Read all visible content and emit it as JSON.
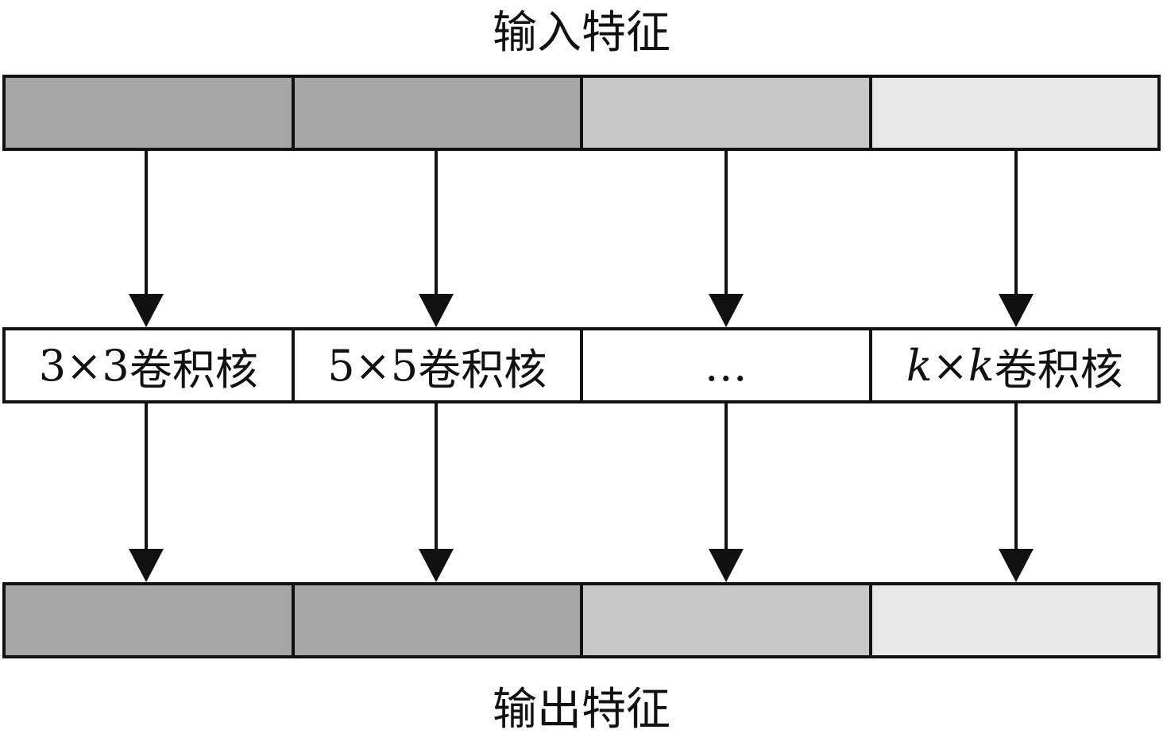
{
  "titles": {
    "input": "输入特征",
    "output": "输出特征"
  },
  "input_segments": [
    {
      "color": "#a6a6a6"
    },
    {
      "color": "#a6a6a6"
    },
    {
      "color": "#c8c8c8"
    },
    {
      "color": "#e8e8e8"
    }
  ],
  "kernels": [
    {
      "size_a": "3",
      "times": "×",
      "size_b": "3",
      "suffix": "卷积核",
      "italic": false
    },
    {
      "size_a": "5",
      "times": "×",
      "size_b": "5",
      "suffix": "卷积核",
      "italic": false
    },
    {
      "ellipsis": "…"
    },
    {
      "size_a": "k",
      "times": "×",
      "size_b": "k",
      "suffix": "卷积核",
      "italic": true
    }
  ],
  "output_segments": [
    {
      "color": "#a6a6a6"
    },
    {
      "color": "#a6a6a6"
    },
    {
      "color": "#c8c8c8"
    },
    {
      "color": "#e8e8e8"
    }
  ],
  "colors": {
    "stroke": "#111111",
    "background": "#ffffff"
  }
}
